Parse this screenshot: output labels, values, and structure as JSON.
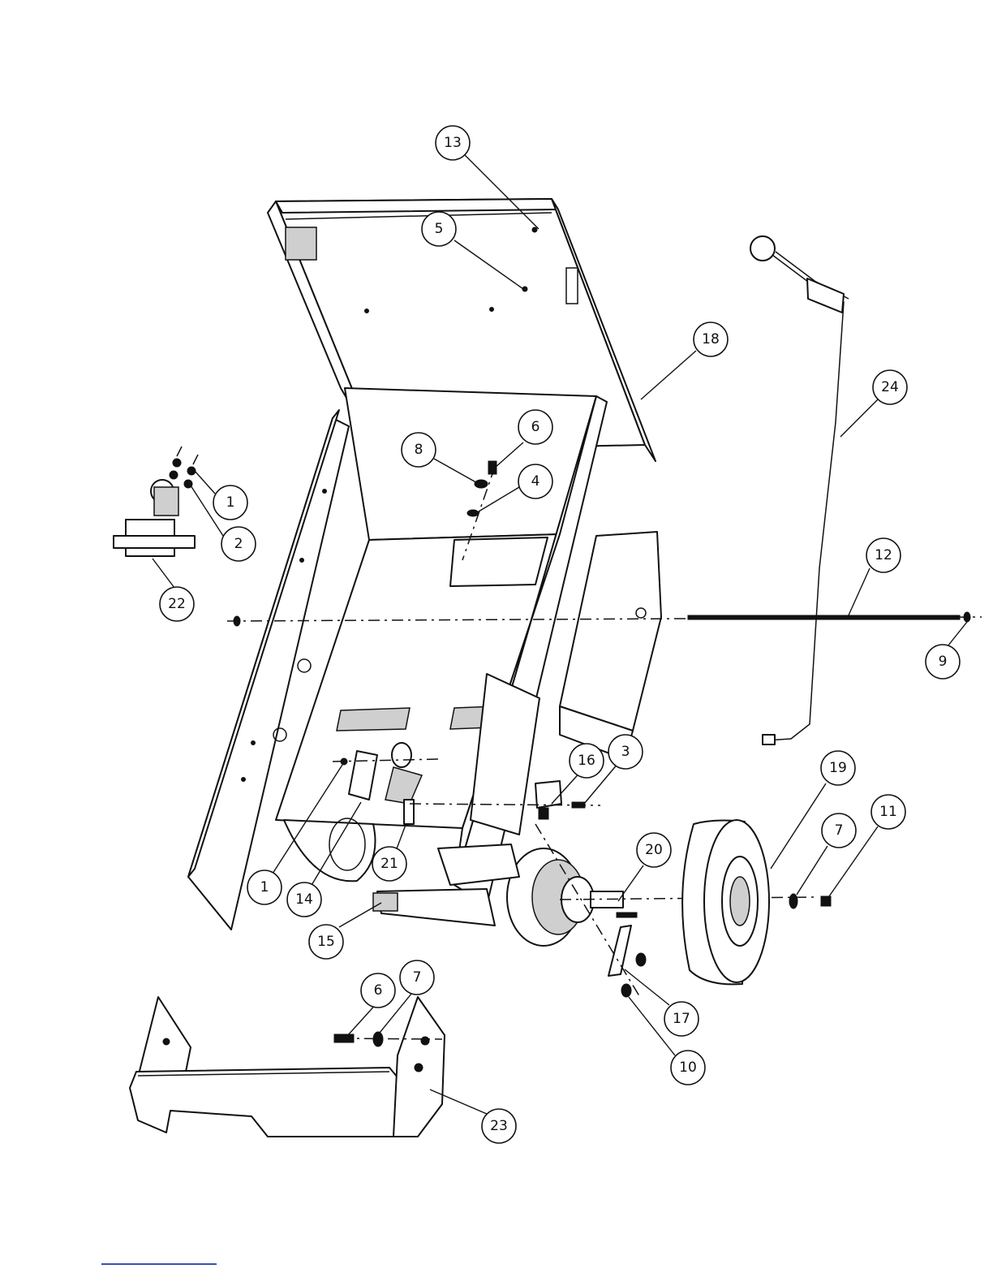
{
  "callouts": {
    "c13": "13",
    "c5": "5",
    "c18": "18",
    "c24": "24",
    "c6a": "6",
    "c8": "8",
    "c4": "4",
    "c1a": "1",
    "c2": "2",
    "c22": "22",
    "c12": "12",
    "c9": "9",
    "c16": "16",
    "c3": "3",
    "c19": "19",
    "c11": "11",
    "c7a": "7",
    "c20": "20",
    "c21": "21",
    "c1b": "1",
    "c14": "14",
    "c15": "15",
    "c17": "17",
    "c10": "10",
    "c6b": "6",
    "c7b": "7",
    "c23": "23"
  },
  "colors": {
    "line": "#111111",
    "footer_link": "#3a4fb8"
  }
}
